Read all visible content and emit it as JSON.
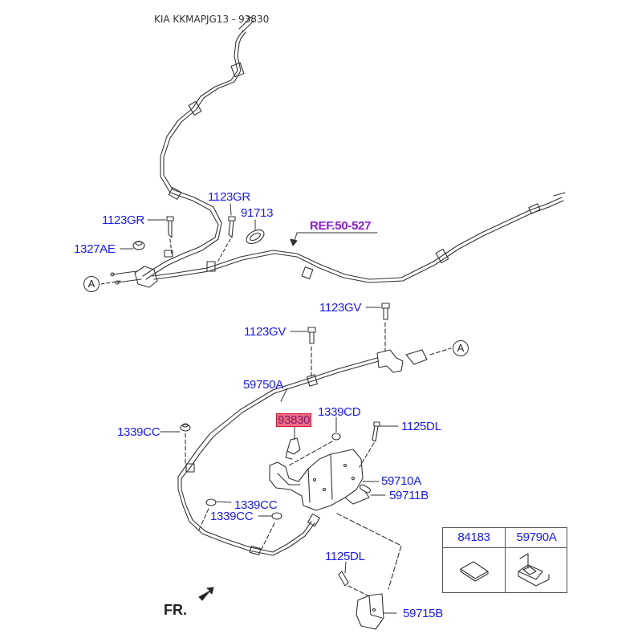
{
  "header": {
    "title": "KIA KKMAPJG13 - 93830"
  },
  "labels": {
    "l_1123gr_top": "1123GR",
    "l_1123gr_left": "1123GR",
    "l_91713": "91713",
    "l_1327ae": "1327AE",
    "l_ref": "REF.50-527",
    "l_1123gv_right": "1123GV",
    "l_1123gv_left": "1123GV",
    "l_59750a": "59750A",
    "l_93830": "93830",
    "l_1339cd": "1339CD",
    "l_1125dl_top": "1125DL",
    "l_1339cc_left": "1339CC",
    "l_59710a": "59710A",
    "l_59711b": "59711B",
    "l_1339cc_mid1": "1339CC",
    "l_1339cc_mid2": "1339CC",
    "l_1125dl_bottom": "1125DL",
    "l_59715b": "59715B"
  },
  "connectors": {
    "a_top": "A",
    "a_right": "A"
  },
  "orientation": {
    "label": "FR.",
    "arrow_icon": "front-direction-arrow-icon"
  },
  "kit_table": {
    "columns": [
      {
        "part": "84183",
        "icon": "pad-icon"
      },
      {
        "part": "59790A",
        "icon": "bracket-assembly-icon"
      }
    ]
  },
  "highlight": {
    "part": "93830",
    "color": "#f06a84"
  },
  "colors": {
    "label_blue": "#1a1aff",
    "ref_purple": "#8a1ed6",
    "line": "#333333"
  }
}
